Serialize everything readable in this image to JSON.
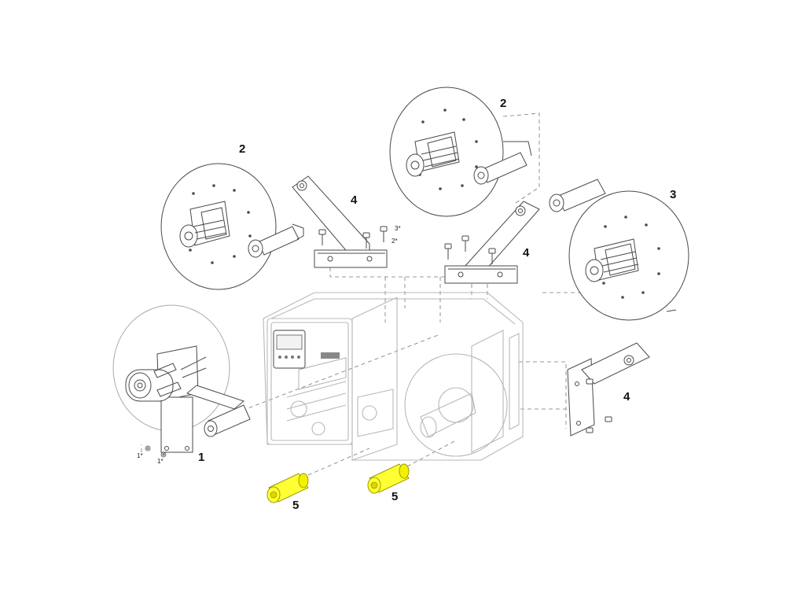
{
  "diagram": {
    "callouts": [
      {
        "id": "c1",
        "label": "1"
      },
      {
        "id": "c2a",
        "label": "2"
      },
      {
        "id": "c2b",
        "label": "2"
      },
      {
        "id": "c3",
        "label": "3"
      },
      {
        "id": "c4a",
        "label": "4"
      },
      {
        "id": "c4b",
        "label": "4"
      },
      {
        "id": "c4c",
        "label": "4"
      },
      {
        "id": "c5a",
        "label": "5"
      },
      {
        "id": "c5b",
        "label": "5"
      }
    ],
    "small_callouts": [
      {
        "id": "s1a",
        "label": "1*"
      },
      {
        "id": "s1b",
        "label": "1*"
      },
      {
        "id": "s2",
        "label": "2*"
      },
      {
        "id": "s3",
        "label": "3*"
      }
    ],
    "printer_display": {
      "brand_text": ""
    },
    "colors": {
      "line": "#4a4a4a",
      "ghost": "#b8b8b8",
      "highlight": "#ffff33",
      "highlight_edge": "#9c9c00"
    }
  }
}
